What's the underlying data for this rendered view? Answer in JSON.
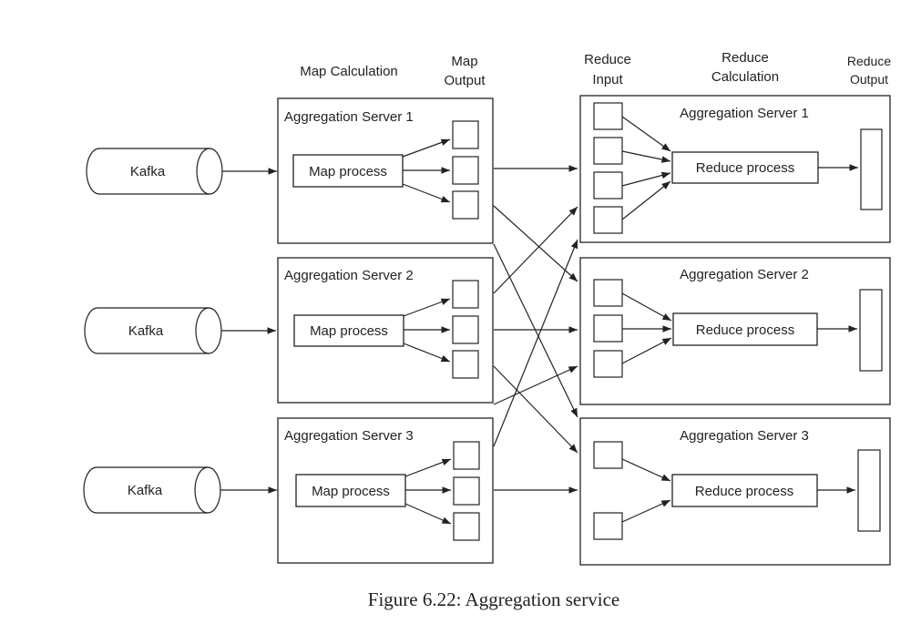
{
  "headers": {
    "map_calc": "Map Calculation",
    "map_output_1": "Map",
    "map_output_2": "Output",
    "reduce_input_1": "Reduce",
    "reduce_input_2": "Input",
    "reduce_calc_1": "Reduce",
    "reduce_calc_2": "Calculation",
    "reduce_output_1": "Reduce",
    "reduce_output_2": "Output"
  },
  "kafka": [
    "Kafka",
    "Kafka",
    "Kafka"
  ],
  "map_servers": [
    {
      "title": "Aggregation Server 1",
      "process": "Map process"
    },
    {
      "title": "Aggregation Server 2",
      "process": "Map process"
    },
    {
      "title": "Aggregation Server 3",
      "process": "Map process"
    }
  ],
  "reduce_servers": [
    {
      "title": "Aggregation Server 1",
      "process": "Reduce process"
    },
    {
      "title": "Aggregation Server 2",
      "process": "Reduce process"
    },
    {
      "title": "Aggregation Server 3",
      "process": "Reduce process"
    }
  ],
  "caption": "Figure 6.22: Aggregation service"
}
